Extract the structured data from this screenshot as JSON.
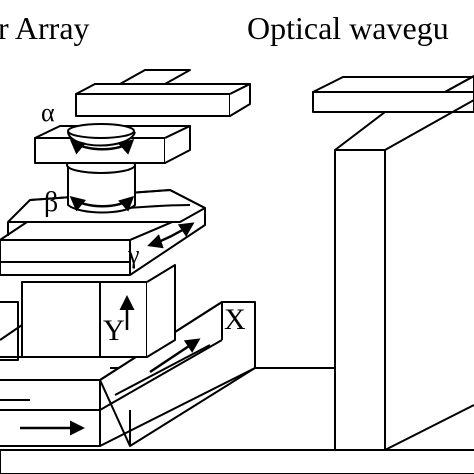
{
  "titles": {
    "left": "r Array",
    "right": "Optical wavegu"
  },
  "axes": {
    "alpha": "α",
    "beta": "β",
    "gamma": "γ",
    "x": "X",
    "y": "Y"
  }
}
